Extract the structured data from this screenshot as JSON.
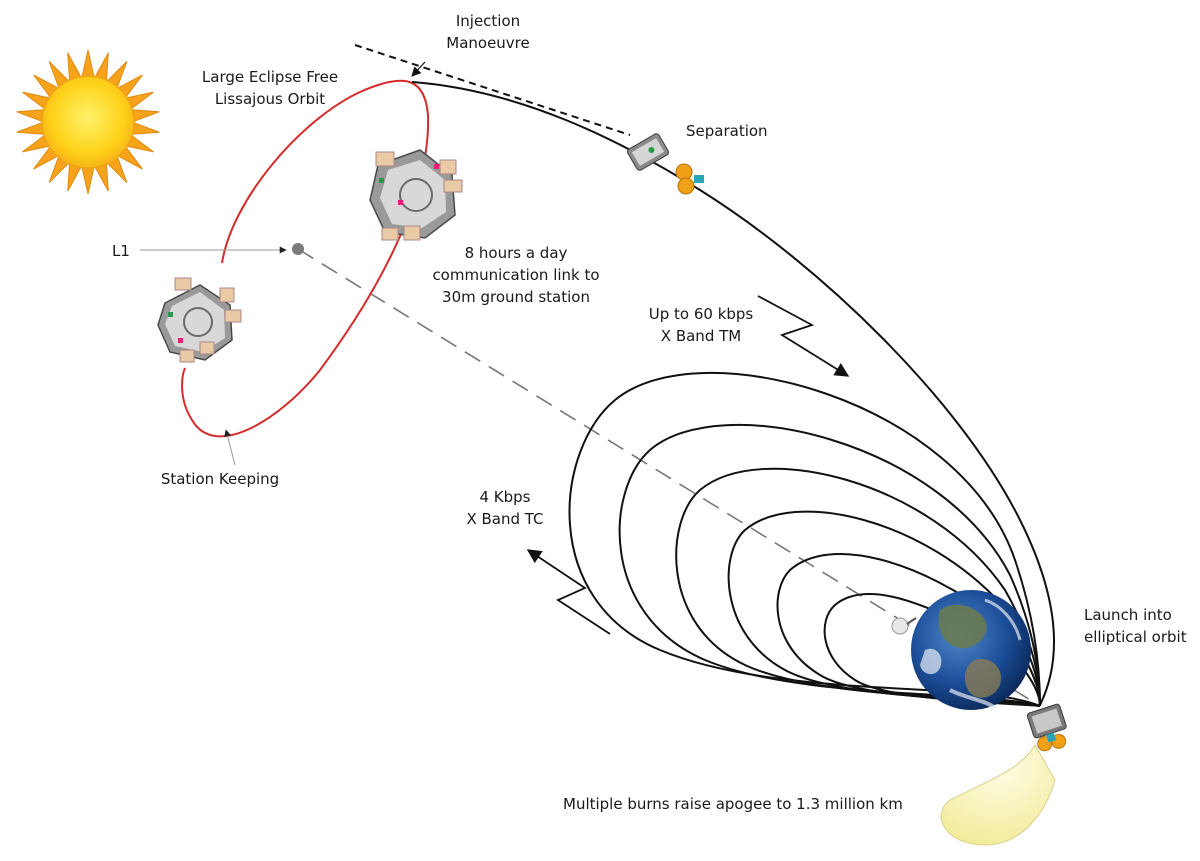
{
  "labels": {
    "injection": [
      "Injection",
      "Manoeuvre"
    ],
    "lissajous": [
      "Large Eclipse Free",
      "Lissajous Orbit"
    ],
    "separation": "Separation",
    "l1": "L1",
    "comm_link": [
      "8 hours a day",
      "communication link to",
      "30m ground station"
    ],
    "downlink": [
      "Up to 60 kbps",
      "X Band TM"
    ],
    "station_keeping": "Station Keeping",
    "uplink": [
      "4 Kbps",
      "X Band TC"
    ],
    "launch": [
      "Launch into",
      "elliptical orbit"
    ],
    "burns": "Multiple burns raise apogee to 1.3 million km"
  },
  "colors": {
    "lissajous_orbit": "#d62b2b",
    "transfer_orbit": "#111111",
    "sun_core": "#ffd21a",
    "sun_rays": "#f6a21a",
    "earth_ocean": "#1d4f9a",
    "plume": "#f7f3b8"
  },
  "icons": [
    "sun-icon",
    "spacecraft-icon",
    "earth-icon",
    "rocket-plume-icon",
    "lightning-arrow-icon"
  ]
}
